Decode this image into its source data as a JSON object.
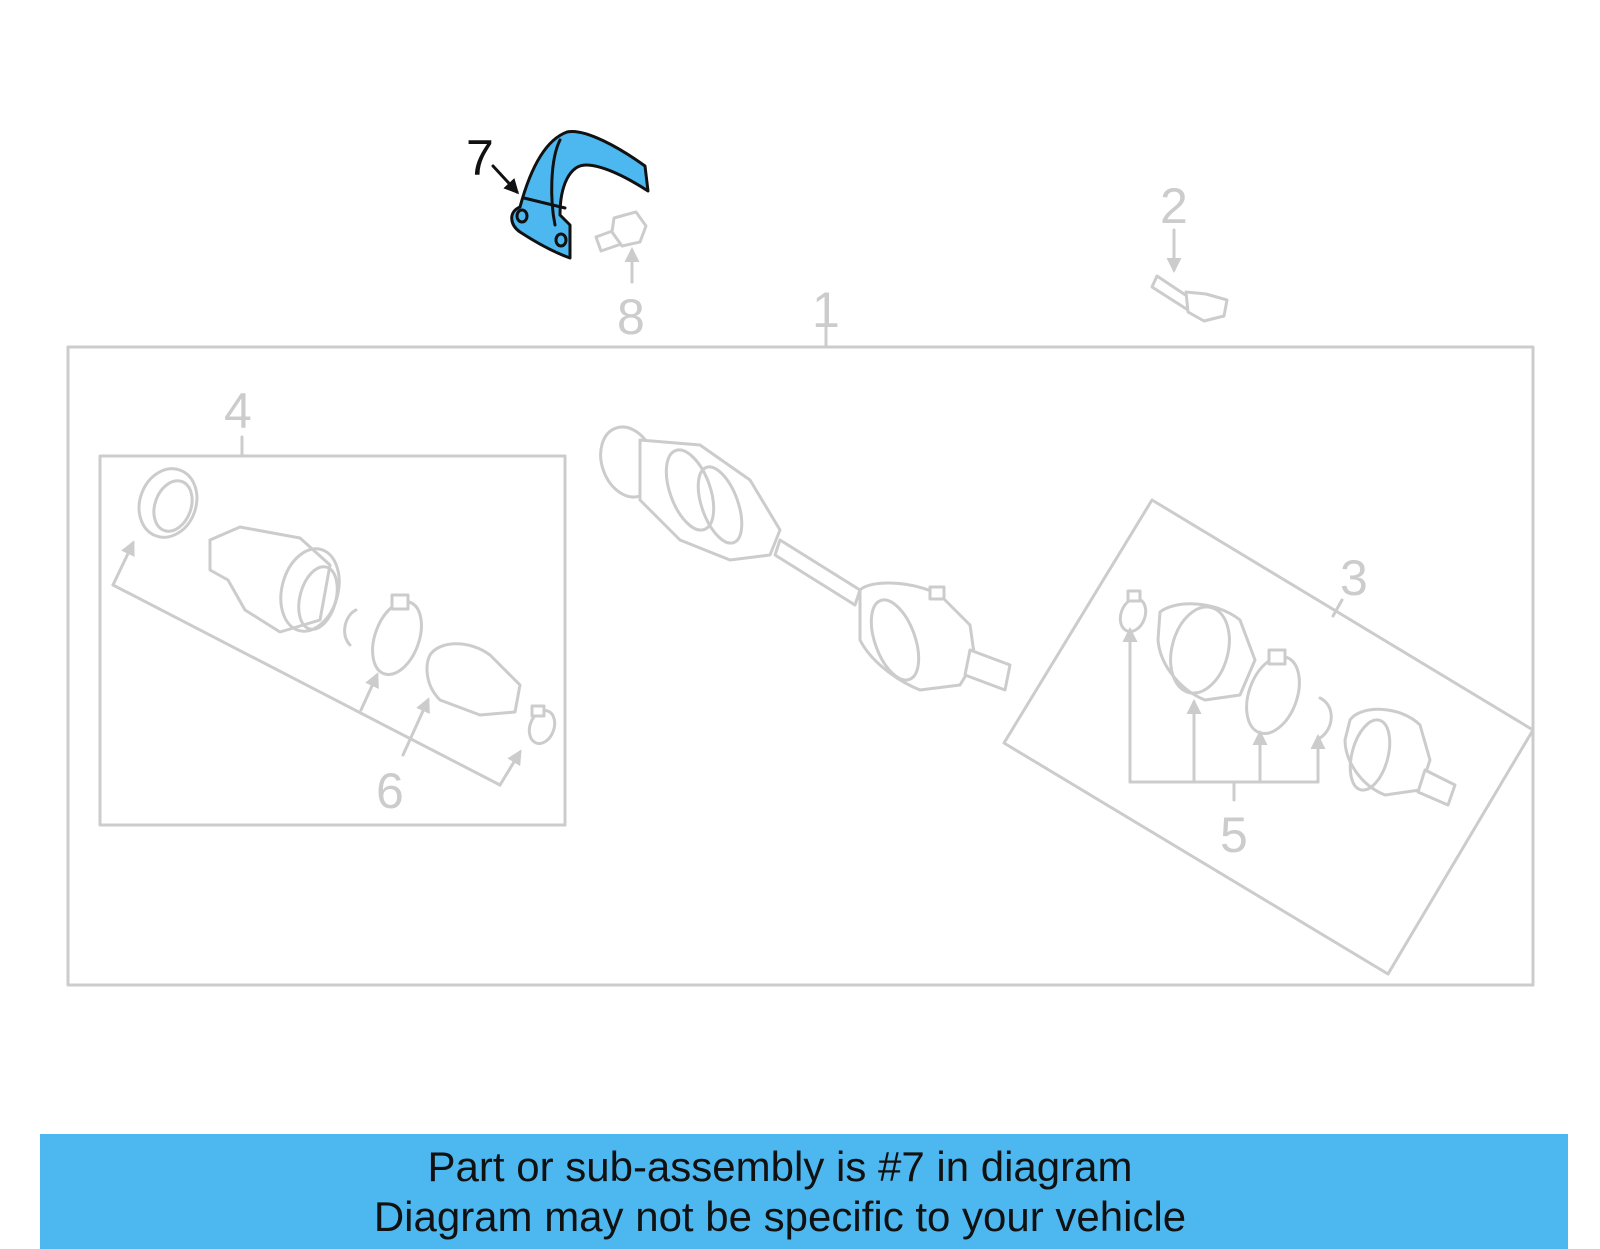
{
  "colors": {
    "highlight": "#4db8f0",
    "ghost": "#cccccc",
    "banner_bg": "#4db8f0"
  },
  "callouts": {
    "c1": "1",
    "c2": "2",
    "c3": "3",
    "c4": "4",
    "c5": "5",
    "c6": "6",
    "c7": "7",
    "c8": "8"
  },
  "banner": {
    "line1": "Part or sub-assembly is #7 in diagram",
    "line2": "Diagram may not be specific to your vehicle"
  }
}
